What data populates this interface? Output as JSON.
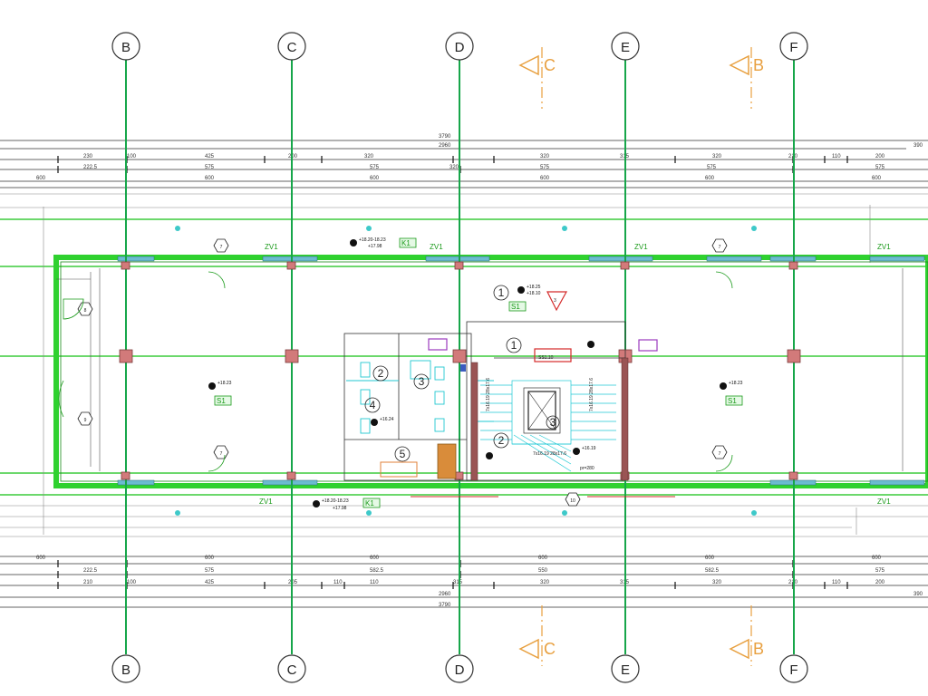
{
  "axes": [
    "B",
    "C",
    "D",
    "E",
    "F"
  ],
  "sections": {
    "left": "C",
    "right": "B"
  },
  "dimensions": {
    "overall": "3790",
    "inner": "2960",
    "right_end": "390",
    "top_row1": [
      "230",
      "100",
      "425",
      "200",
      "",
      "320",
      "315",
      "320",
      "210",
      "110",
      "200"
    ],
    "top_row2": [
      "222.5",
      "575",
      "575",
      "320",
      "575",
      "575"
    ],
    "top_row3": [
      "600",
      "600",
      "600",
      "600",
      "600",
      "600"
    ],
    "bot_row1": [
      "600",
      "600",
      "600",
      "600",
      "600",
      "600"
    ],
    "bot_row2": [
      "222.5",
      "575",
      "582.5",
      "550",
      "582.5",
      "575"
    ],
    "bot_row3": [
      "210",
      "100",
      "425",
      "205",
      "110",
      "110",
      "315",
      "320",
      "315",
      "320",
      "210",
      "110",
      "200"
    ]
  },
  "tags": {
    "zv": "ZV1",
    "k1": "K1",
    "s1": "S1",
    "wall": "SS1.10"
  },
  "elevations": {
    "top": [
      "+18.20-18.23",
      "+17.98"
    ],
    "bottom": [
      "+18.20-18.23",
      "+17.98"
    ],
    "left": [
      "+18.23"
    ],
    "right": [
      "+18.23"
    ],
    "core": [
      "+18.25",
      "+18.10"
    ],
    "stair": [
      "+16.19"
    ],
    "room2": [
      "+16.24"
    ]
  },
  "room_numbers": [
    "1",
    "2",
    "3",
    "4",
    "5",
    "1",
    "2",
    "3",
    "7",
    "7",
    "7",
    "7",
    "8",
    "9",
    "10",
    "3"
  ],
  "stair_notes": {
    "left": "7x16.19 28x17.6",
    "right": "7x16.19 28x17.6",
    "br": "pr=280"
  }
}
